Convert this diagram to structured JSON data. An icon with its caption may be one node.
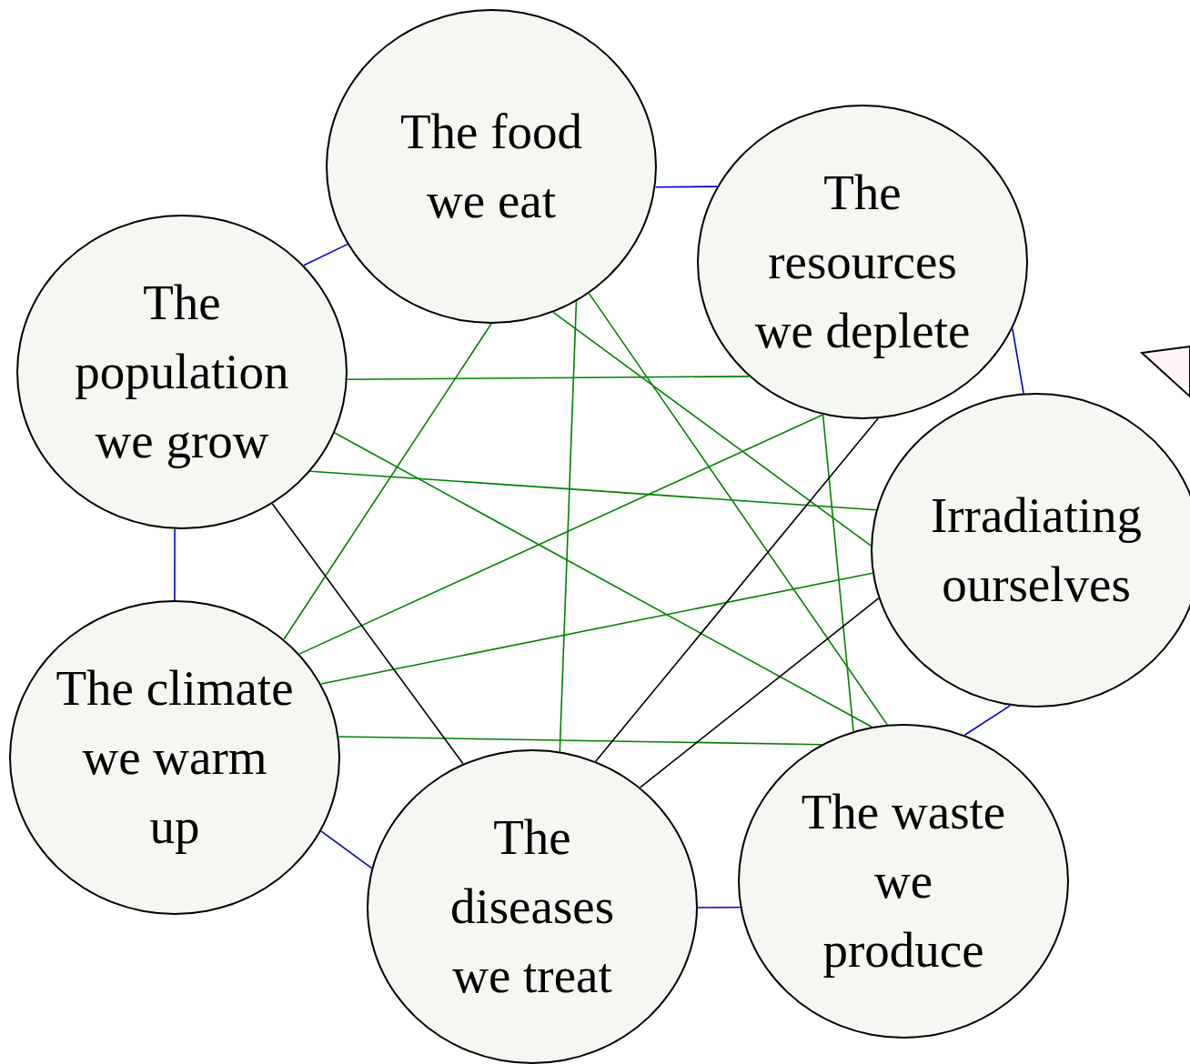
{
  "diagram": {
    "nodes": [
      {
        "text": [
          "The food we eat"
        ]
      },
      {
        "text": [
          "The resources we deplete"
        ]
      },
      {
        "text": [
          "The population we grow"
        ]
      },
      {
        "text": [
          "Irradiating ourselves"
        ]
      },
      {
        "text": [
          "The climate we warm up"
        ]
      },
      {
        "text": [
          "The diseases we treat"
        ]
      },
      {
        "text": [
          "The waste we produce"
        ]
      }
    ],
    "edges": [
      {
        "from": 0,
        "to": 1,
        "arrow": "none",
        "color": "#0000cc"
      },
      {
        "from": 2,
        "to": 0,
        "arrow": "none",
        "color": "#0000cc"
      },
      {
        "from": 1,
        "to": 3,
        "arrow": "none",
        "color": "#0000cc"
      },
      {
        "from": 2,
        "to": 4,
        "arrow": "none",
        "color": "#0000cc"
      },
      {
        "from": 4,
        "to": 5,
        "arrow": "none",
        "color": "#0000cc"
      },
      {
        "from": 5,
        "to": 6,
        "arrow": "none",
        "color": "#0000cc"
      },
      {
        "from": 6,
        "to": 3,
        "arrow": "none",
        "color": "#0000cc"
      },
      {
        "from": 2,
        "to": 1,
        "arrow": "none"
      },
      {
        "from": 0,
        "to": 4,
        "arrow": "none"
      },
      {
        "from": 0,
        "to": 5,
        "arrow": "none"
      },
      {
        "from": 0,
        "to": 3,
        "arrow": "none"
      },
      {
        "from": 0,
        "to": 6,
        "arrow": "none"
      },
      {
        "from": 2,
        "to": 3,
        "arrow": "none"
      },
      {
        "from": 2,
        "to": 6,
        "arrow": "none"
      },
      {
        "from": 4,
        "to": 1,
        "arrow": "none"
      },
      {
        "from": 1,
        "to": 6,
        "arrow": "none"
      },
      {
        "from": 4,
        "to": 3,
        "arrow": "none"
      },
      {
        "from": 4,
        "to": 6,
        "arrow": "none"
      },
      {
        "from": 2,
        "to": 5,
        "arrow": "none",
        "color": "#000000"
      },
      {
        "from": 1,
        "to": 5,
        "arrow": "none",
        "color": "#000000"
      },
      {
        "from": 3,
        "to": 5,
        "arrow": "none",
        "color": "#000000"
      }
    ]
  }
}
